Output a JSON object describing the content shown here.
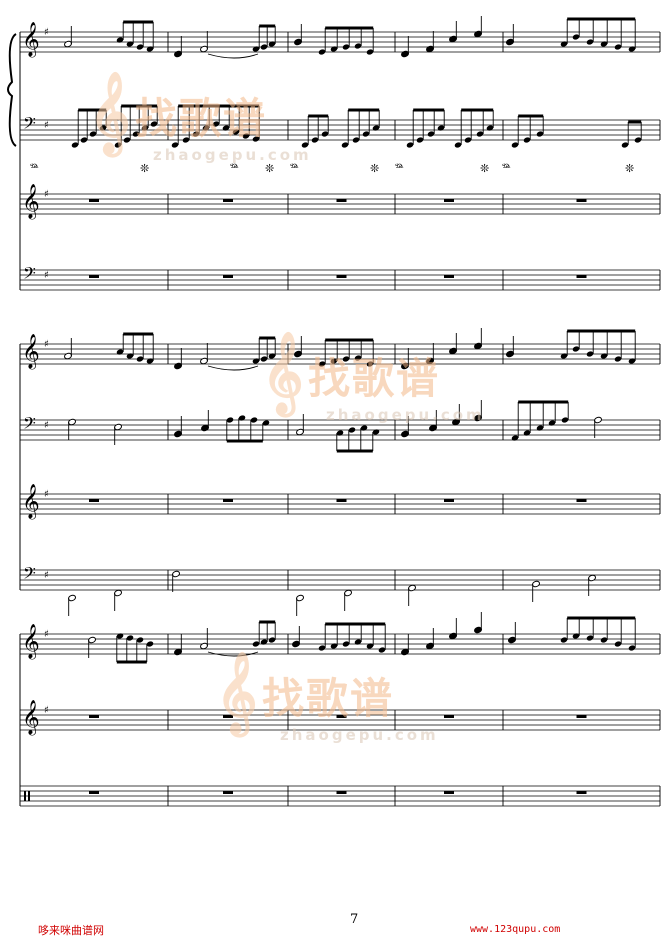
{
  "page": {
    "number": "7"
  },
  "watermark": {
    "text_cn": "找歌谱",
    "text_en": "zhaogepu.com"
  },
  "footer": {
    "left": "哆来咪曲谱网",
    "right": "www.123qupu.com"
  },
  "music": {
    "clefs": {
      "treble": "𝄞",
      "bass": "𝄢"
    },
    "key_signature": "♯",
    "pedal_mark": "𝆮",
    "pedal_release": "❊",
    "multi_rest": "𝄻"
  }
}
